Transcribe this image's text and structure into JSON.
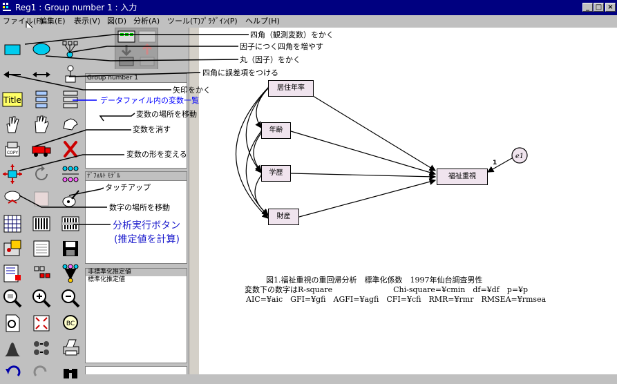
{
  "window": {
    "title": "Reg1 : Group number 1 : 入力",
    "buttons": [
      "_",
      "□",
      "×"
    ]
  },
  "menu": [
    "ファイル(F)",
    "編集(E)",
    "表示(V)",
    "図(D)",
    "分析(A)",
    "ツール(T)",
    "ﾌﾟﾗｸﾞｲﾝ(P)",
    "ヘルプ(H)"
  ],
  "toolbox": {
    "tools": [
      "rectangle-icon",
      "ellipse-icon",
      "indicator-icon",
      "single-arrow-icon",
      "double-arrow-icon",
      "error-term-icon",
      "title-icon",
      "variable-list-icon",
      "dataset-variable-icon",
      "select-one-icon",
      "select-all-icon",
      "deselect-icon",
      "copy-icon",
      "move-icon",
      "erase-icon",
      "shape-icon",
      "rotate-icon",
      "reflect-icon",
      "parameter-move-icon",
      "scroll-icon",
      "touch-up-icon",
      "data-file-icon",
      "analysis-properties-icon",
      "calculate-icon",
      "text-output-icon",
      "view-text-icon",
      "save-icon",
      "object-properties-icon",
      "drag-properties-icon",
      "preserve-symmetry-icon",
      "zoom-select-icon",
      "zoom-in-icon",
      "zoom-out-icon",
      "page-icon",
      "fit-page-icon",
      "loupe-icon",
      "bayes-icon",
      "bootstrap-icon",
      "specification-icon",
      "undo-icon",
      "redo-icon",
      "search-icon"
    ],
    "title_label": "Title"
  },
  "panels": {
    "group": "Group number 1",
    "model": "ﾃﾞﾌｫﾙﾄ ﾓﾃﾞﾙ",
    "estimates": [
      "非標準化推定値",
      "標準化推定値"
    ]
  },
  "annotations": {
    "rect": "四角（観測変数）をかく",
    "indicator": "因子につく四角を増やす",
    "ellipse": "丸（因子）をかく",
    "error": "四角に誤差項をつける",
    "arrow": "矢印をかく",
    "varlist": "データファイル内の変数一覧",
    "move": "変数の場所を移動",
    "erase": "変数を消す",
    "shape": "変数の形を変える",
    "touchup": "タッチアップ",
    "parammove": "数字の場所を移動",
    "calc1": "分析実行ボタン",
    "calc2": "(推定値を計算)"
  },
  "diagram": {
    "predictors": [
      "居住年率",
      "年齢",
      "学歴",
      "財産"
    ],
    "outcome": "福祉重視",
    "error_label": "e1",
    "error_weight": "1"
  },
  "caption": {
    "line1": "図1.福祉重視の重回帰分析　標準化係数　1997年仙台調査男性",
    "line2": "変数下の数字はR-square　　　　　　　　Chi-square=¥cmin　df=¥df　p=¥p",
    "line3": "AIC=¥aic　GFI=¥gfi　AGFI=¥agfi　CFI=¥cfi　RMR=¥rmr　RMSEA=¥rmsea"
  }
}
